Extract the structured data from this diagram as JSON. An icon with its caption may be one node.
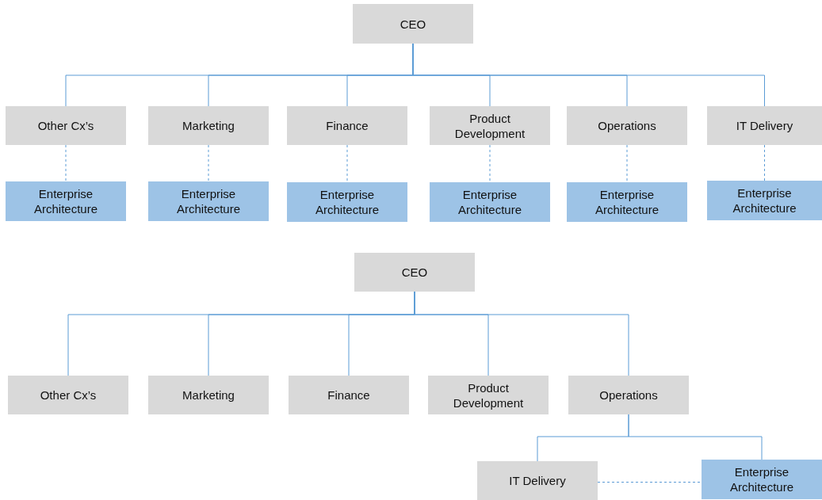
{
  "diagram": {
    "nodes": [
      {
        "text": [
          "CEO"
        ]
      },
      {
        "text": [
          "Other Cx’s"
        ]
      },
      {
        "text": [
          "Marketing"
        ]
      },
      {
        "text": [
          "Finance"
        ]
      },
      {
        "text": [
          "Product Development"
        ]
      },
      {
        "text": [
          "Operations"
        ]
      },
      {
        "text": [
          "IT Delivery"
        ]
      },
      {
        "text": [
          "Enterprise Architecture"
        ]
      },
      {
        "text": [
          "Enterprise Architecture"
        ]
      },
      {
        "text": [
          "Enterprise Architecture"
        ]
      },
      {
        "text": [
          "Enterprise Architecture"
        ]
      },
      {
        "text": [
          "Enterprise Architecture"
        ]
      },
      {
        "text": [
          "Enterprise Architecture"
        ]
      },
      {
        "text": [
          "CEO"
        ]
      },
      {
        "text": [
          "Other Cx’s"
        ]
      },
      {
        "text": [
          "Marketing"
        ]
      },
      {
        "text": [
          "Finance"
        ]
      },
      {
        "text": [
          "Product Development"
        ]
      },
      {
        "text": [
          "Operations"
        ]
      },
      {
        "text": [
          "IT Delivery"
        ]
      },
      {
        "text": [
          "Enterprise Architecture"
        ]
      }
    ],
    "edges": [
      {
        "from": 0,
        "to": 1,
        "arrow": "none"
      },
      {
        "from": 0,
        "to": 2,
        "arrow": "none"
      },
      {
        "from": 0,
        "to": 3,
        "arrow": "none"
      },
      {
        "from": 0,
        "to": 4,
        "arrow": "none"
      },
      {
        "from": 0,
        "to": 5,
        "arrow": "none"
      },
      {
        "from": 0,
        "to": 6,
        "arrow": "none"
      },
      {
        "from": 1,
        "to": 7,
        "arrow": "none",
        "style": "dashed"
      },
      {
        "from": 2,
        "to": 8,
        "arrow": "none",
        "style": "dashed"
      },
      {
        "from": 3,
        "to": 9,
        "arrow": "none",
        "style": "dashed"
      },
      {
        "from": 4,
        "to": 10,
        "arrow": "none",
        "style": "dashed"
      },
      {
        "from": 5,
        "to": 11,
        "arrow": "none",
        "style": "dashed"
      },
      {
        "from": 6,
        "to": 12,
        "arrow": "none",
        "style": "dashed"
      },
      {
        "from": 13,
        "to": 14,
        "arrow": "none"
      },
      {
        "from": 13,
        "to": 15,
        "arrow": "none"
      },
      {
        "from": 13,
        "to": 16,
        "arrow": "none"
      },
      {
        "from": 13,
        "to": 17,
        "arrow": "none"
      },
      {
        "from": 13,
        "to": 18,
        "arrow": "none"
      },
      {
        "from": 18,
        "to": 19,
        "arrow": "none"
      },
      {
        "from": 18,
        "to": 20,
        "arrow": "none"
      },
      {
        "from": 19,
        "to": 20,
        "arrow": "none",
        "style": "dashed"
      }
    ]
  }
}
